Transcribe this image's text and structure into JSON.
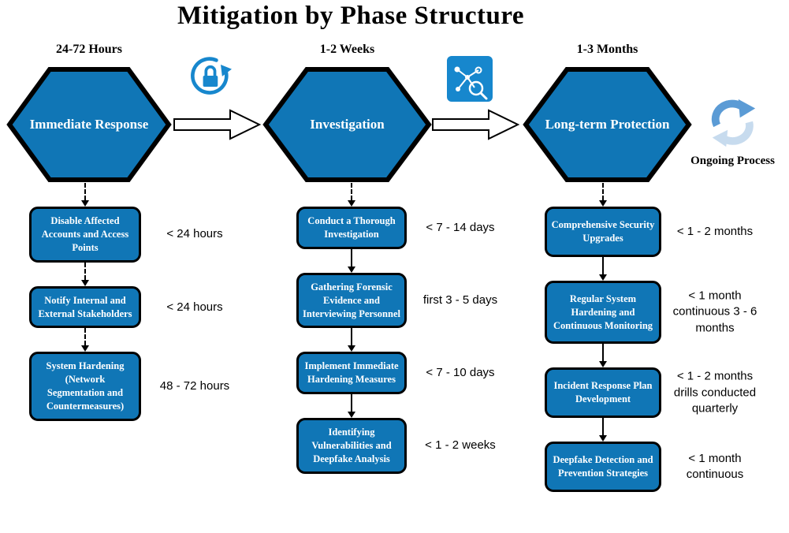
{
  "title": "Mitigation by Phase Structure",
  "ongoing_label": "Ongoing Process",
  "colors": {
    "primary_blue": "#1076b6",
    "icon_blue": "#1787cd",
    "cycle_dark": "#5b9bd5",
    "cycle_light": "#c7dbee"
  },
  "phases": [
    {
      "header": "24-72 Hours",
      "hex_label": "Immediate Response",
      "steps": [
        {
          "label": "Disable Affected Accounts and Access Points",
          "annotation": "< 24 hours"
        },
        {
          "label": "Notify Internal and External Stakeholders",
          "annotation": "< 24 hours"
        },
        {
          "label": "System Hardening (Network Segmentation and Countermeasures)",
          "annotation": "48 - 72 hours"
        }
      ]
    },
    {
      "header": "1-2 Weeks",
      "hex_label": "Investigation",
      "steps": [
        {
          "label": "Conduct a Thorough Investigation",
          "annotation": "< 7 - 14 days"
        },
        {
          "label": "Gathering Forensic Evidence and Interviewing Personnel",
          "annotation": "first 3 - 5 days"
        },
        {
          "label": "Implement Immediate Hardening Measures",
          "annotation": "< 7 - 10 days"
        },
        {
          "label": "Identifying Vulnerabilities and Deepfake Analysis",
          "annotation": "< 1 - 2 weeks"
        }
      ]
    },
    {
      "header": "1-3 Months",
      "hex_label": "Long-term Protection",
      "steps": [
        {
          "label": "Comprehensive Security Upgrades",
          "annotation": "< 1 - 2 months"
        },
        {
          "label": "Regular System Hardening and Continuous Monitoring",
          "annotation": "< 1 month continuous 3 - 6 months"
        },
        {
          "label": "Incident Response Plan Development",
          "annotation": "< 1 - 2 months drills conducted quarterly"
        },
        {
          "label": "Deepfake Detection and Prevention Strategies",
          "annotation": "< 1 month continuous"
        }
      ]
    }
  ]
}
